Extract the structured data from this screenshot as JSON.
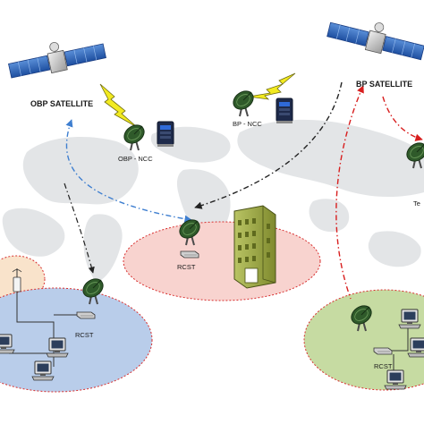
{
  "labels": {
    "obp_satellite": "OBP SATELLITE",
    "bp_satellite": "BP SATELLITE",
    "obp_ncc": "OBP - NCC",
    "bp_ncc": "BP - NCC",
    "rcst_center": "RCST",
    "rcst_left": "RCST",
    "rcst_right": "RCST",
    "te_partial": "Te"
  },
  "colors": {
    "map": "#e3e5e7",
    "pink_zone": "#f8d3cf",
    "blue_zone": "#b9cdea",
    "green_zone": "#c6dba2",
    "orange_zone": "#f9e3cb",
    "obp_link": "#3f7fd0",
    "bp_link_dark": "#222222",
    "bp_link_red": "#d81e1e",
    "zone_border": "#d83030",
    "lightning": "#f2ea20"
  },
  "icons": [
    "satellite-icon",
    "lightning-icon",
    "dish-antenna-icon",
    "server-icon",
    "office-building-icon",
    "computer-icon",
    "access-point-icon",
    "modem-icon"
  ]
}
